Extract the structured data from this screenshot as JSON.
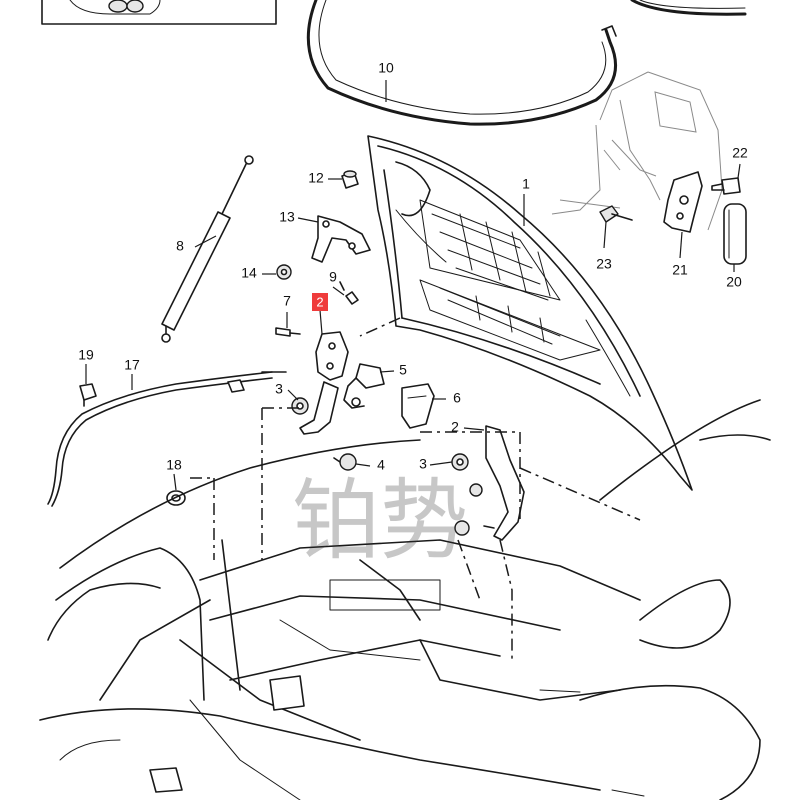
{
  "callouts": {
    "c1": "1",
    "c2_highlight": "2",
    "c2": "2",
    "c3a": "3",
    "c3b": "3",
    "c4": "4",
    "c5": "5",
    "c6": "6",
    "c7": "7",
    "c8": "8",
    "c9": "9",
    "c10": "10",
    "c12": "12",
    "c13": "13",
    "c14": "14",
    "c17": "17",
    "c18": "18",
    "c19": "19",
    "c20": "20",
    "c21": "21",
    "c22": "22",
    "c23": "23"
  },
  "highlight_color": "#ef3b3b",
  "watermark": "铂势"
}
